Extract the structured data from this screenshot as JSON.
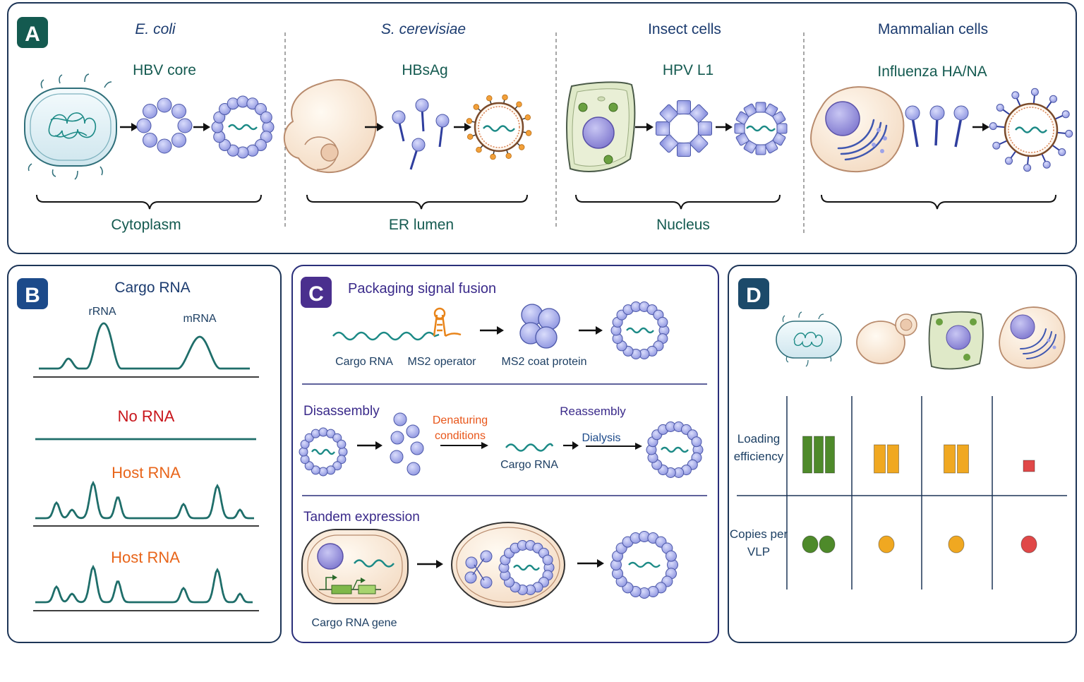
{
  "panel_a": {
    "badge": "A",
    "hosts": [
      {
        "organism": "E. coli",
        "protein": "HBV core",
        "location": "Cytoplasm"
      },
      {
        "organism": "S. cerevisiae",
        "protein": "HBsAg",
        "location": "ER lumen"
      },
      {
        "organism": "Insect cells",
        "protein": "HPV L1",
        "location": "Nucleus"
      },
      {
        "organism": "Mammalian cells",
        "protein": "Influenza HA/NA",
        "location": ""
      }
    ]
  },
  "panel_b": {
    "badge": "B",
    "title": "Cargo RNA",
    "peak_labels": {
      "rrna": "rRNA",
      "mrna": "mRNA"
    },
    "rows": [
      {
        "label": "No RNA",
        "color": "#c8151b"
      },
      {
        "label": "Host RNA",
        "color": "#e8651a"
      },
      {
        "label": "Host RNA",
        "color": "#e8651a"
      }
    ]
  },
  "panel_c": {
    "badge": "C",
    "sections": {
      "packaging": {
        "title": "Packaging signal fusion",
        "cargo_label": "Cargo RNA",
        "operator_label": "MS2 operator",
        "coat_label": "MS2 coat protein"
      },
      "disassembly": {
        "title": "Disassembly",
        "denature_line1": "Denaturing",
        "denature_line2": "conditions",
        "reassembly_title": "Reassembly",
        "dialysis_label": "Dialysis",
        "cargo_label": "Cargo RNA"
      },
      "tandem": {
        "title": "Tandem expression",
        "gene_label": "Cargo RNA gene"
      }
    }
  },
  "panel_d": {
    "badge": "D",
    "row_labels": {
      "loading_line1": "Loading",
      "loading_line2": "efficiency",
      "copies_line1": "Copies per",
      "copies_line2": "VLP"
    },
    "columns": [
      {
        "host": "E. coli",
        "loading_bars": 3,
        "bar_color": "#4e8a2a",
        "copies_dots": 2,
        "dot_color": "#4e8a2a"
      },
      {
        "host": "S. cerevisiae",
        "loading_bars": 2,
        "bar_color": "#f0a821",
        "copies_dots": 1,
        "dot_color": "#f0a821"
      },
      {
        "host": "Insect cells",
        "loading_bars": 2,
        "bar_color": "#f0a821",
        "copies_dots": 1,
        "dot_color": "#f0a821"
      },
      {
        "host": "Mammalian cells",
        "loading_bars": 1,
        "bar_color": "#e04848",
        "copies_dots": 1,
        "dot_color": "#e04848"
      }
    ]
  },
  "colors": {
    "frame": "#1d3557",
    "title_navy": "#1b3b6f",
    "title_teal": "#145a50",
    "title_purple": "#3a2a8a",
    "particle": "#9da3e8",
    "particle_stroke": "#4b57a8",
    "rna": "#1c8a86"
  }
}
